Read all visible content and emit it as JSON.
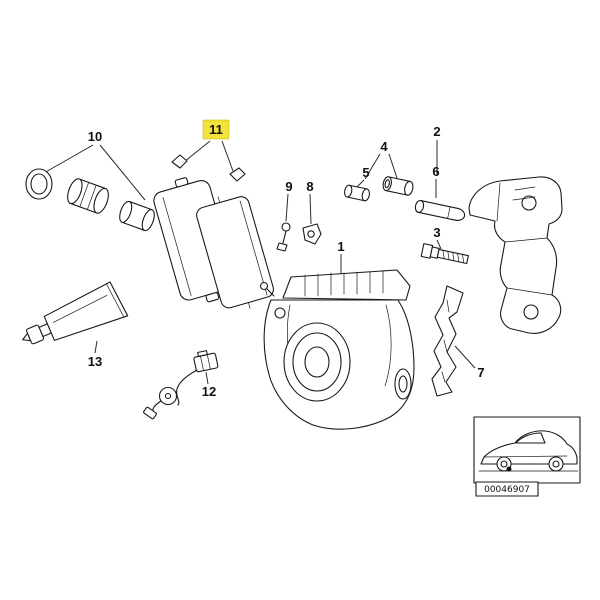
{
  "diagram": {
    "labels": [
      {
        "text": "10",
        "highlighted": false
      },
      {
        "text": "11",
        "highlighted": true
      },
      {
        "text": "9",
        "highlighted": false
      },
      {
        "text": "8",
        "highlighted": false
      },
      {
        "text": "5",
        "highlighted": false
      },
      {
        "text": "4",
        "highlighted": false
      },
      {
        "text": "2",
        "highlighted": false
      },
      {
        "text": "6",
        "highlighted": false
      },
      {
        "text": "3",
        "highlighted": false
      },
      {
        "text": "1",
        "highlighted": false
      },
      {
        "text": "7",
        "highlighted": false
      },
      {
        "text": "13",
        "highlighted": false
      },
      {
        "text": "12",
        "highlighted": false
      }
    ],
    "image_code": "00046907",
    "colors": {
      "highlight": "#F2E23C",
      "line": "#1a1a1a",
      "background": "#ffffff"
    }
  }
}
